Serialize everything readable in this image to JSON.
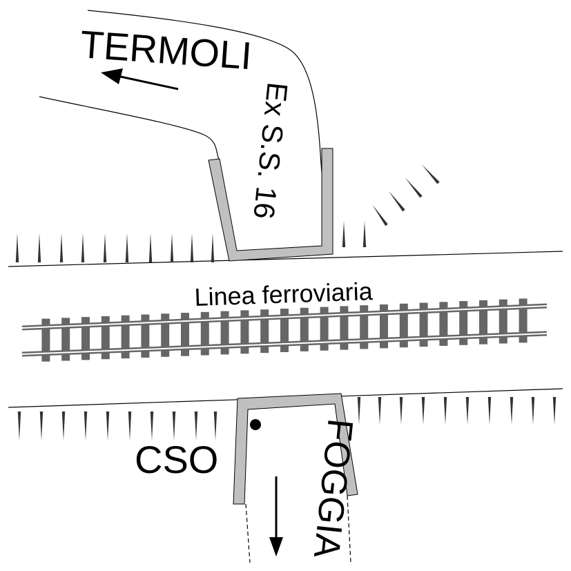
{
  "labels": {
    "termoli": "TERMOLI",
    "road": "Ex S.S. 16",
    "railway": "Linea ferroviaria",
    "cso": "CSO",
    "foggia": "FOGGIA"
  },
  "colors": {
    "line": "#000000",
    "wall": "#c0c0c0",
    "rail": "#666666",
    "background": "#ffffff"
  }
}
